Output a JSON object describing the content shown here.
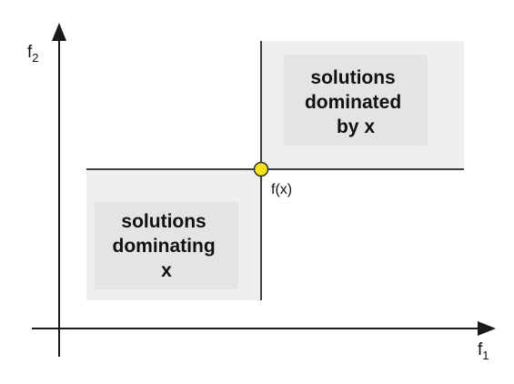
{
  "axes": {
    "x_label": "f",
    "x_subscript": "1",
    "y_label": "f",
    "y_subscript": "2"
  },
  "point": {
    "label": "f(x)",
    "color": "#f5e21a"
  },
  "regions": {
    "dominated": {
      "lines": [
        "solutions",
        "dominated",
        "by x"
      ]
    },
    "dominating": {
      "lines": [
        "solutions",
        "dominating",
        "x"
      ]
    }
  },
  "colors": {
    "region_outer": "#efefef",
    "region_inner": "#e4e4e4",
    "line": "#404040",
    "axis": "#1a1a1a"
  }
}
